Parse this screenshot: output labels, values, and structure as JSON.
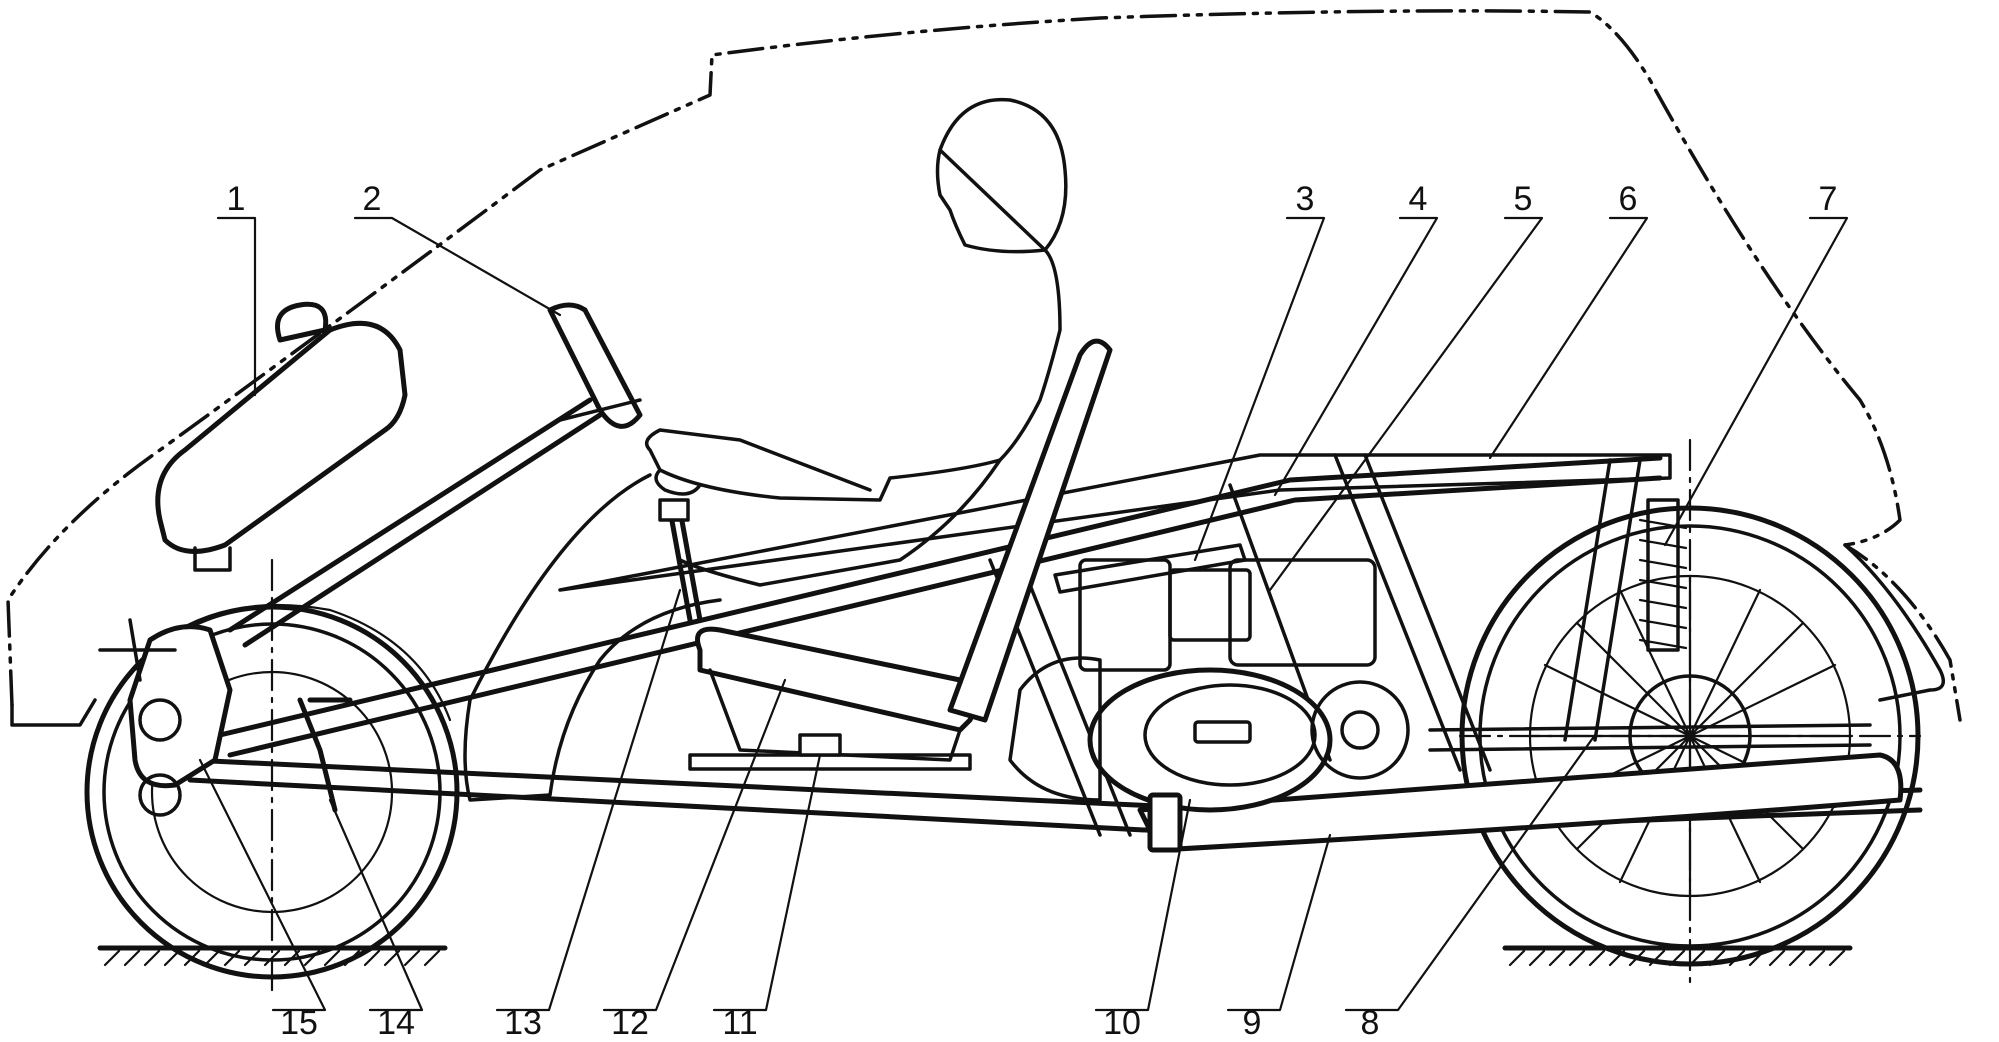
{
  "diagram": {
    "labels": [
      "1",
      "2",
      "3",
      "4",
      "5",
      "6",
      "7",
      "8",
      "9",
      "10",
      "11",
      "12",
      "13",
      "14",
      "15"
    ]
  },
  "colors": {
    "ink": "#111111",
    "background": "#ffffff"
  }
}
